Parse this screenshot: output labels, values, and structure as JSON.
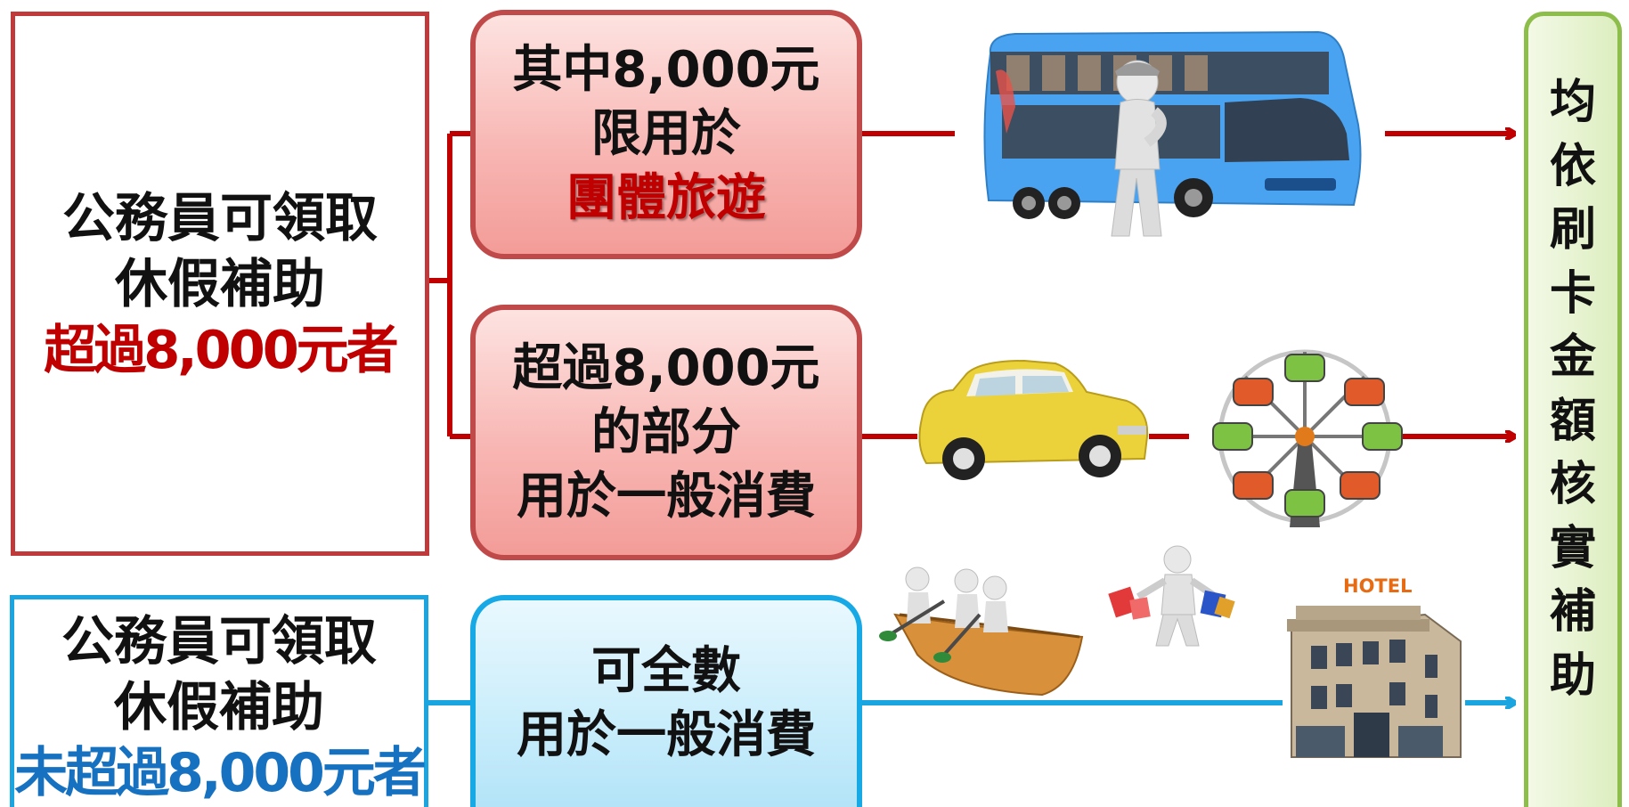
{
  "left_red_box": {
    "line1": "公務員可領取",
    "line2": "休假補助",
    "line3": "超過8,000元者"
  },
  "left_blue_box": {
    "line1": "公務員可領取",
    "line2": "休假補助",
    "line3": "未超過8,000元者"
  },
  "pill_group_travel": {
    "line1": "其中8,000元",
    "line2": "限用於",
    "line3": "團體旅遊"
  },
  "pill_general_red": {
    "line1": "超過8,000元",
    "line2": "的部分",
    "line3": "用於一般消費"
  },
  "pill_general_blue": {
    "line1": "可全數",
    "line2": "用於一般消費"
  },
  "right_bar": {
    "chars": [
      "均",
      "依",
      "刷",
      "卡",
      "金",
      "額",
      "核",
      "實",
      "補",
      "助"
    ]
  },
  "hotel_sign": "HOTEL",
  "icons": [
    "bus-icon",
    "person-icon",
    "car-icon",
    "ferris-wheel-icon",
    "canoe-icon",
    "shopper-icon",
    "hotel-icon"
  ],
  "colors": {
    "red": "#c0393b",
    "blue": "#17a8e6",
    "green": "#8dbd4a",
    "red_text": "#c00000",
    "blue_text": "#1771c1"
  }
}
